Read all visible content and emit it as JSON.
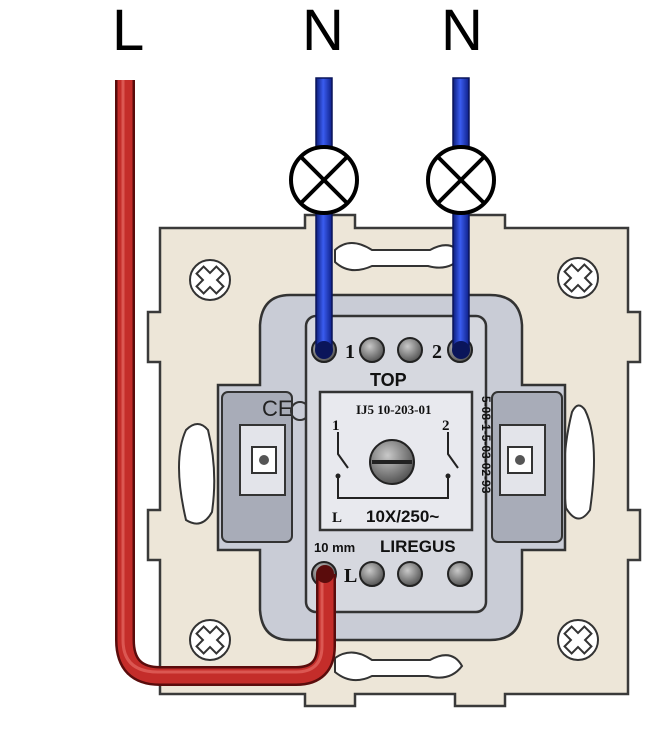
{
  "labels": {
    "line": "L",
    "neutral_1": "N",
    "neutral_2": "N"
  },
  "switch": {
    "terminal_1": "1",
    "terminal_2": "2",
    "top_mark": "TOP",
    "model": "IJ5 10-203-01",
    "circuit_1": "1",
    "circuit_2": "2",
    "circuit_l": "L",
    "rating": "10X/250~",
    "strip_length": "10 mm",
    "brand": "LIREGUS",
    "terminal_l": "L",
    "side_code": "5-08-1-5-03-02-93"
  },
  "colors": {
    "line_wire": "#b3201f",
    "neutral_wire": "#1f38c9",
    "plate": "#ede6d8",
    "switch_body": "#d6d8df"
  },
  "icons": [
    "lamp-icon",
    "screw-icon"
  ]
}
